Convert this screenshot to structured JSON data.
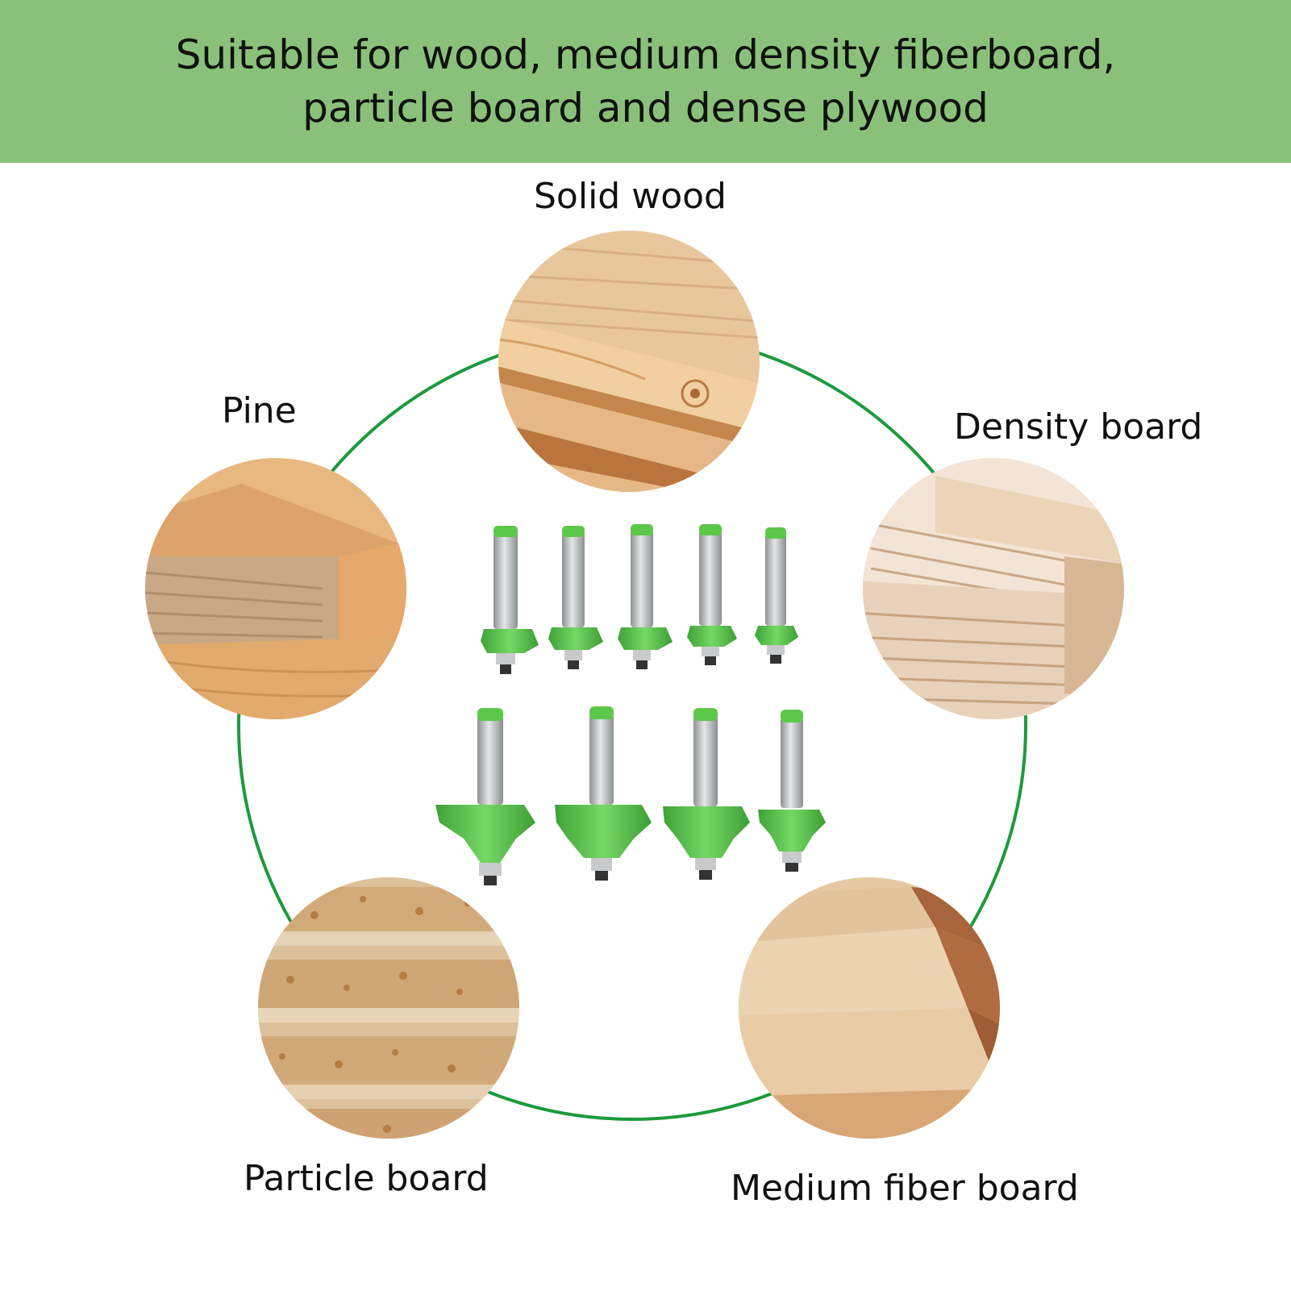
{
  "banner": {
    "text": "Suitable for wood, medium density fiberboard, particle board and dense plywood",
    "background_color": "#8ac17a"
  },
  "materials": {
    "solid_wood": "Solid wood",
    "pine": "Pine",
    "density_board": "Density board",
    "particle_board": "Particle board",
    "medium_fiber_board": "Medium fiber board"
  },
  "colors": {
    "ring": "#1d9a3c",
    "cutter_green": "#5cc84a",
    "shank": "#b9bcbd"
  }
}
